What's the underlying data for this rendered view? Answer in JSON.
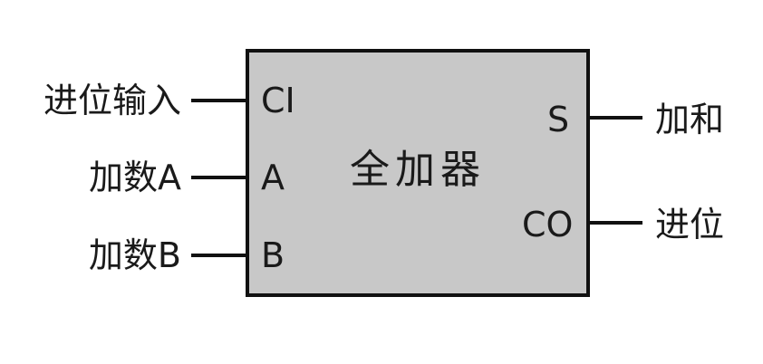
{
  "block": {
    "title": "全加器",
    "ports_left": [
      "CI",
      "A",
      "B"
    ],
    "ports_right": [
      "S",
      "CO"
    ]
  },
  "inputs": [
    "进位输入",
    "加数A",
    "加数B"
  ],
  "outputs": [
    "加和",
    "进位"
  ],
  "colors": {
    "block_fill": "#c8c8c8",
    "stroke": "#111111",
    "text": "#1a1a1a"
  }
}
